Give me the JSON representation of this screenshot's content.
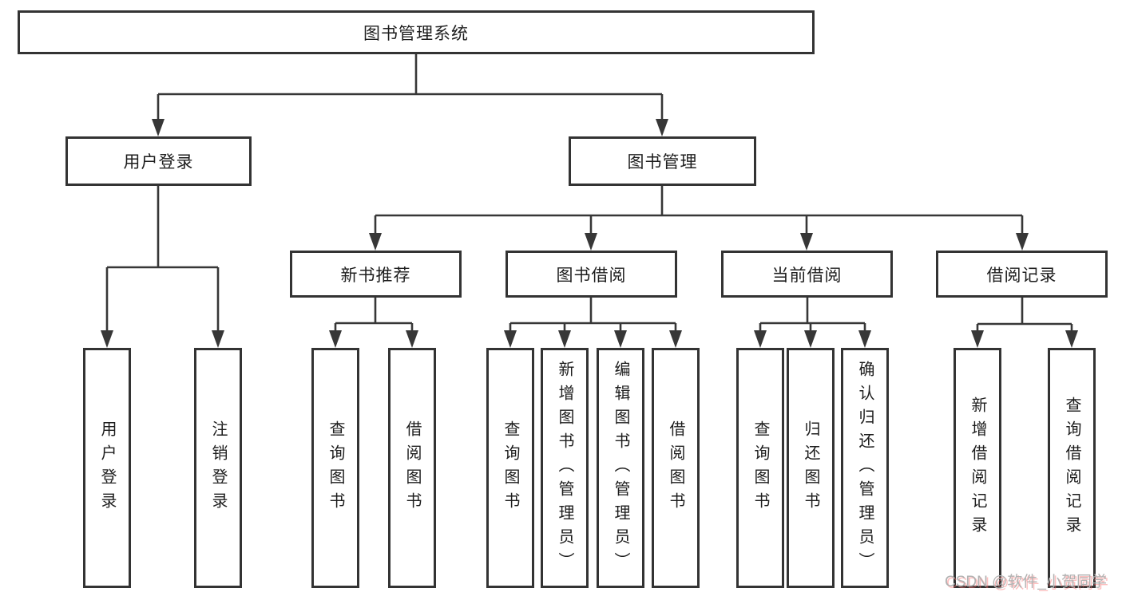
{
  "diagram": {
    "title": "图书管理系统",
    "colors": {
      "background": "#ffffff",
      "line": "#373737",
      "box_border": "#333333",
      "text": "#1d1d1d",
      "watermark_text": "#b2b2b2",
      "watermark_shadow": "#fa6e6e"
    },
    "tree": {
      "root": "图书管理系统",
      "children": [
        {
          "label": "用户登录",
          "children": [
            "用户登录",
            "注销登录"
          ]
        },
        {
          "label": "图书管理",
          "children": [
            {
              "label": "新书推荐",
              "children": [
                "查询图书",
                "借阅图书"
              ]
            },
            {
              "label": "图书借阅",
              "children": [
                "查询图书",
                "新增图书（管理员）",
                "编辑图书（管理员）",
                "借阅图书"
              ]
            },
            {
              "label": "当前借阅",
              "children": [
                "查询图书",
                "归还图书",
                "确认归还（管理员）"
              ]
            },
            {
              "label": "借阅记录",
              "children": [
                "新增借阅记录",
                "查询借阅记录"
              ]
            }
          ]
        }
      ]
    }
  },
  "watermark": {
    "text": "CSDN @软件_小贺同学"
  }
}
